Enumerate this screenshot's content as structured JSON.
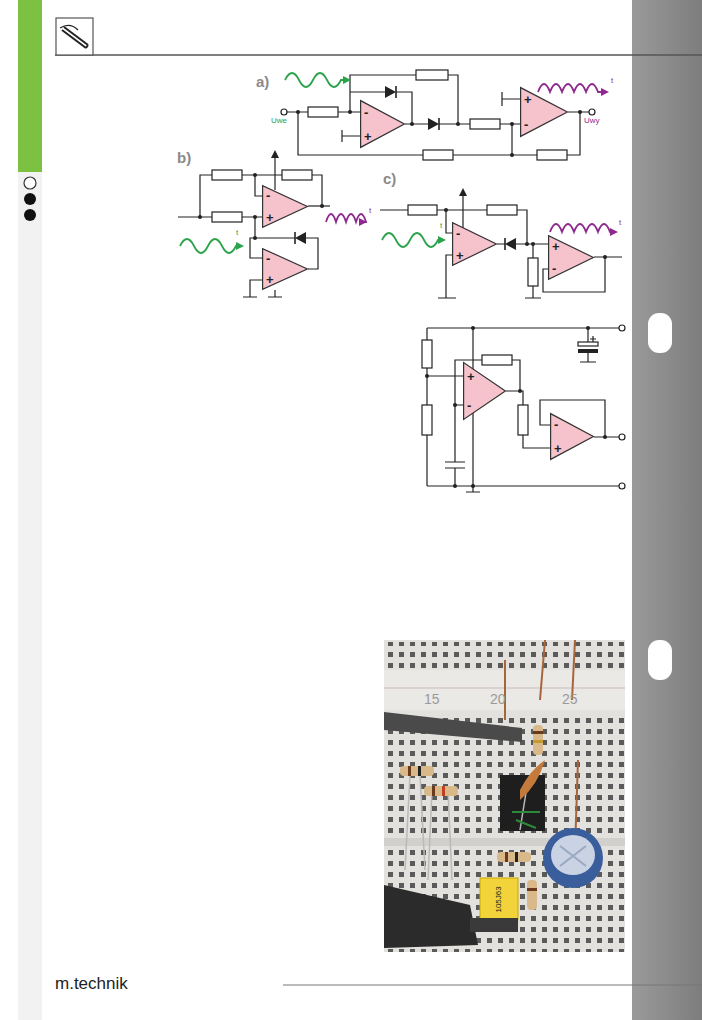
{
  "diagram": {
    "nodes": [
      {
        "text": [
          "-",
          "+"
        ]
      },
      {
        "text": [
          "+",
          "-"
        ]
      },
      {
        "text": [
          "-",
          "+"
        ]
      },
      {
        "text": [
          "-",
          "+"
        ]
      },
      {
        "text": [
          "-",
          "+"
        ]
      },
      {
        "text": [
          "+",
          "-"
        ]
      },
      {
        "text": [
          "+",
          "-"
        ]
      },
      {
        "text": [
          "-",
          "+"
        ]
      }
    ],
    "labels": [
      "a)",
      "Uwe",
      "t",
      "Uwy",
      "b)",
      "t",
      "t",
      "c)",
      "t",
      "t",
      "15",
      "20",
      "25",
      "105J63",
      "m.technik"
    ]
  }
}
